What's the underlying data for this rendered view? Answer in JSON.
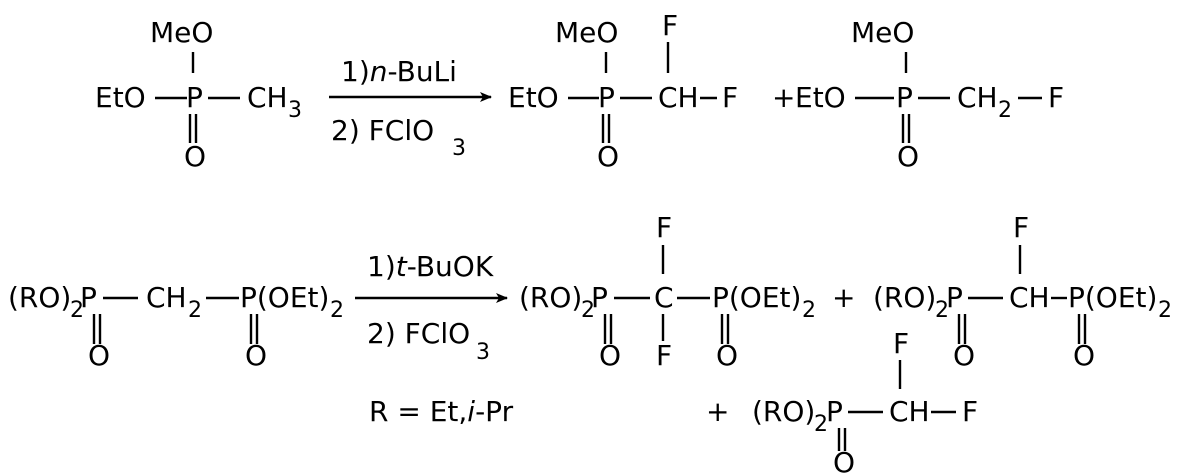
{
  "labels": {
    "MeO": "MeO",
    "EtO": "EtO",
    "P": "P",
    "O": "O",
    "F": "F",
    "C": "C",
    "CH": "CH",
    "CH3": "CH",
    "three": "3",
    "two": "2",
    "plus": "+",
    "RO": "(RO)",
    "OEt": "P(OEt)"
  },
  "reaction1": {
    "step1_num": "1)",
    "step1_reagent": "n",
    "step1_reagent_rest": "-BuLi",
    "step2_num": "2)",
    "step2_reagent": "FClO",
    "step2_sub": "3"
  },
  "reaction2": {
    "step1_num": "1)",
    "step1_reagent": "t",
    "step1_reagent_rest": "-BuOK",
    "step2_num": "2)",
    "step2_reagent": "FClO",
    "step2_sub": "3",
    "r_def_prefix": "R = Et,",
    "r_def_italic": "i",
    "r_def_rest": "-Pr"
  },
  "colors": {
    "ink": "#000000",
    "background": "#ffffff"
  }
}
